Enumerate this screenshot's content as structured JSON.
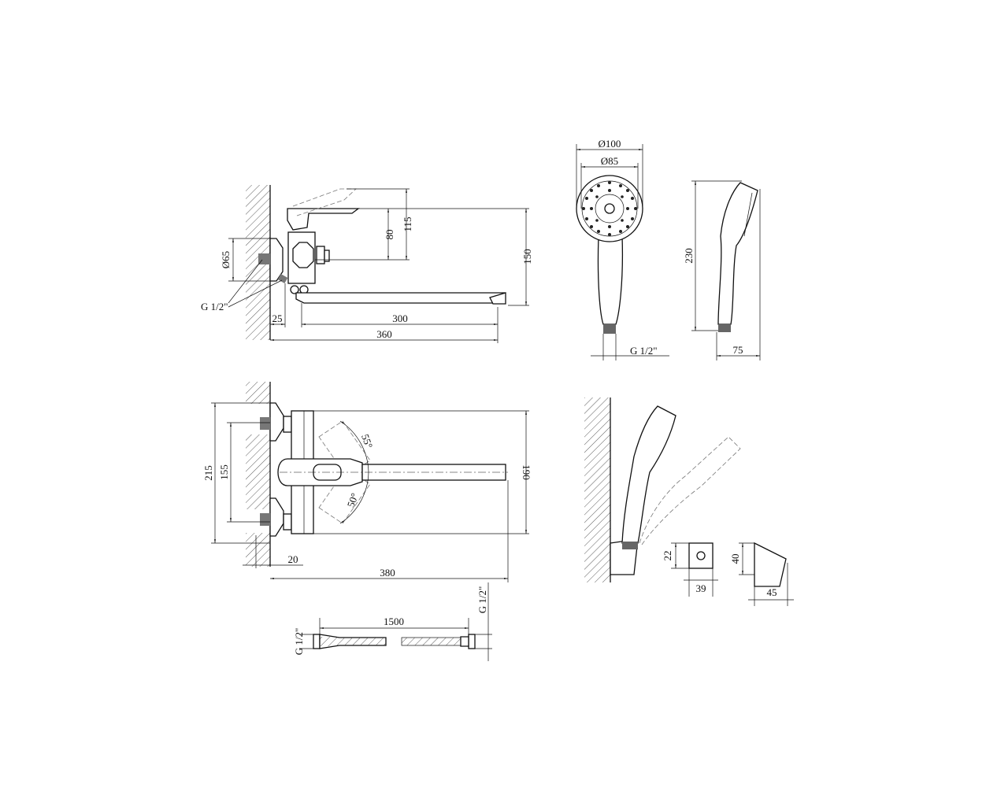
{
  "side_view": {
    "d_flange": "Ø65",
    "h_lever": "80",
    "h_lever_up": "115",
    "h_total": "150",
    "offset": "25",
    "spout": "300",
    "length": "360",
    "thread": "G 1/2\""
  },
  "top_view": {
    "h_outer": "215",
    "h_centers": "155",
    "h_body": "190",
    "offset": "20",
    "length": "380",
    "angle_up": "55°",
    "angle_down": "50°"
  },
  "shower_front": {
    "d_outer": "Ø100",
    "d_inner": "Ø85",
    "thread": "G 1/2\""
  },
  "shower_side": {
    "length": "230",
    "depth": "75"
  },
  "hose": {
    "length": "1500",
    "thread_left": "G 1/2\"",
    "thread_right": "G 1/2\""
  },
  "holder": {
    "height": "22",
    "width": "39",
    "wedge_height": "40",
    "wedge_depth": "45"
  }
}
